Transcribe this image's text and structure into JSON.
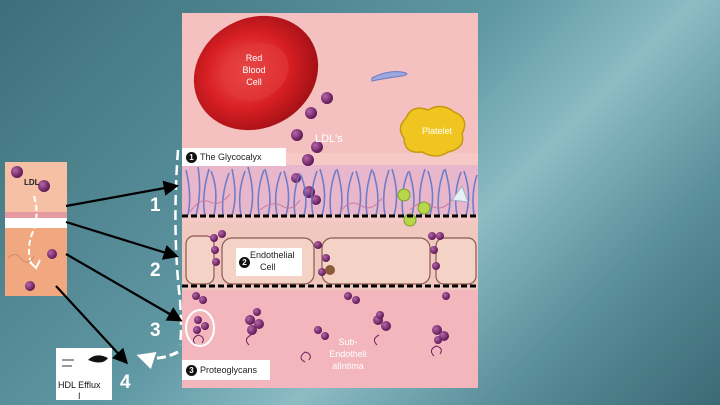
{
  "labels": {
    "red_blood_cell": [
      "Red",
      "Blood",
      "Cell"
    ],
    "ldls": "LDL's",
    "platelet": "Platelet",
    "glycocalyx": "The Glycocalyx",
    "glycocalyx_num": "1",
    "endothelial_line1": "Endothelial",
    "endothelial_line2": "Cell",
    "endothelial_num": "2",
    "proteoglycans": "Proteoglycans",
    "proteoglycans_num": "3",
    "subendothelial": [
      "Sub-",
      "Endotheli",
      "alIntima"
    ],
    "ldl_inset": "LDL",
    "hdl_efflux": "HDL Efflux",
    "hdl_efflux_tail": "l"
  },
  "step_numbers": [
    "1",
    "2",
    "3",
    "4"
  ],
  "colors": {
    "vessel_lumen": "#f6c9c7",
    "rbc": "#d81f24",
    "ldl_particle": "#7a2a6e",
    "platelet": "#f0c520",
    "endothelium": "#f2cfc0",
    "intima": "#f3b8bd"
  }
}
